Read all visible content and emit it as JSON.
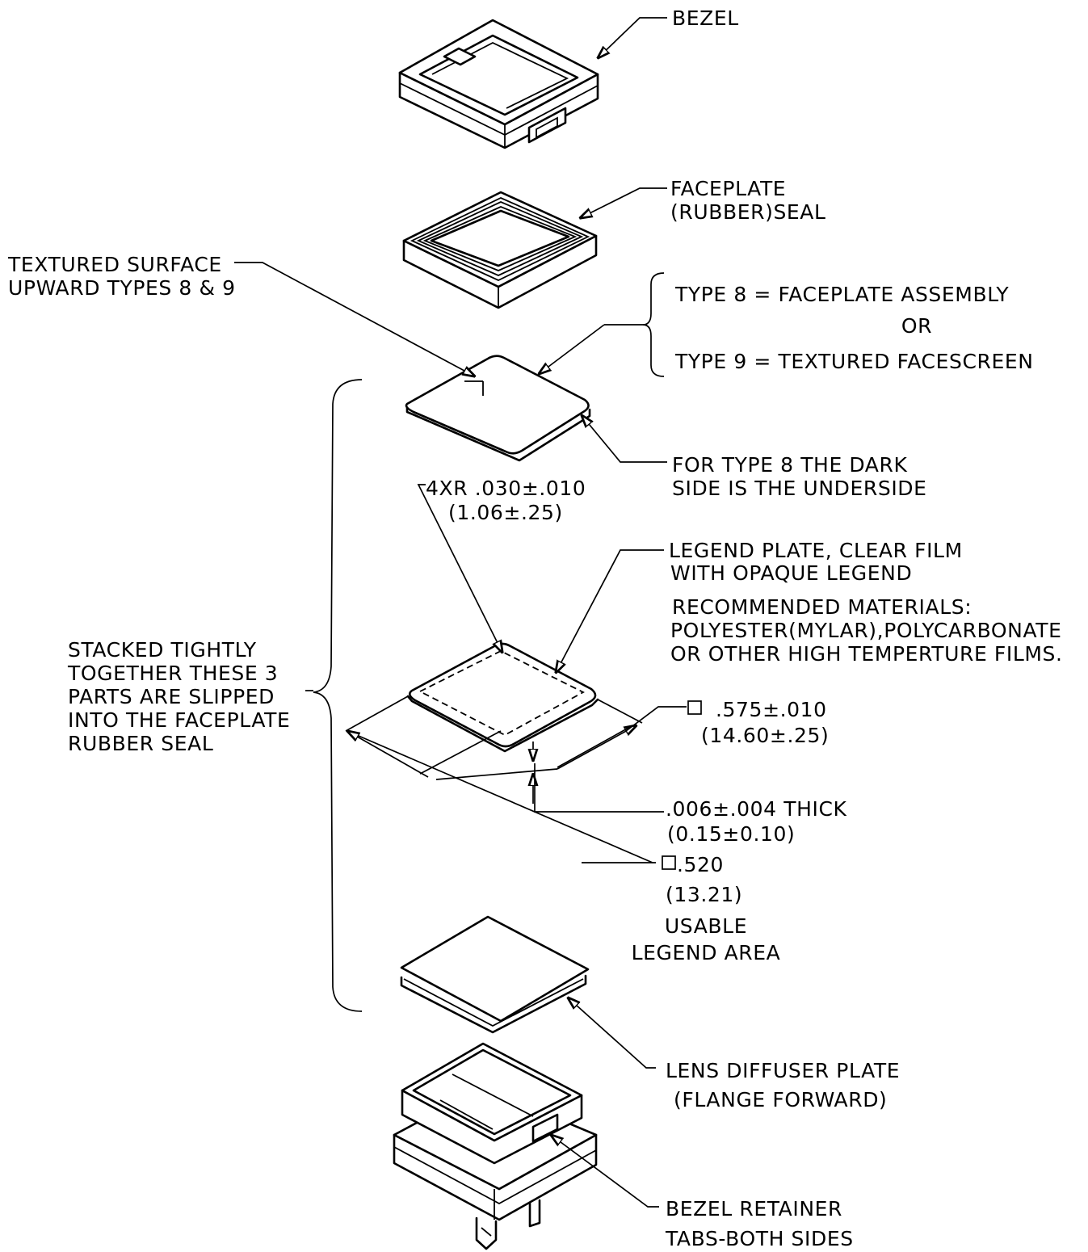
{
  "labels": {
    "bezel": "BEZEL",
    "faceplate_seal": [
      "FACEPLATE",
      "(RUBBER)SEAL"
    ],
    "textured_surface": [
      "TEXTURED SURFACE",
      "UPWARD TYPES 8 & 9"
    ],
    "type_options": {
      "line1": "TYPE 8 = FACEPLATE ASSEMBLY",
      "or": "OR",
      "line2": "TYPE 9 = TEXTURED FACESCREEN"
    },
    "dark_side": [
      "FOR TYPE 8 THE DARK",
      "SIDE IS THE UNDERSIDE"
    ],
    "radius": [
      "4XR .030±.010",
      "(1.06±.25)"
    ],
    "legend_plate": [
      "LEGEND PLATE, CLEAR FILM",
      "WITH OPAQUE LEGEND"
    ],
    "materials": [
      "RECOMMENDED MATERIALS:",
      "POLYESTER(MYLAR),POLYCARBONATE",
      "OR OTHER HIGH TEMPERTURE FILMS."
    ],
    "stacked": [
      "STACKED TIGHTLY",
      "TOGETHER THESE 3",
      "PARTS ARE SLIPPED",
      "INTO THE FACEPLATE",
      "RUBBER SEAL"
    ],
    "outer_size": [
      ".575±.010",
      "(14.60±.25)"
    ],
    "thickness": [
      ".006±.004 THICK",
      "(0.15±0.10)"
    ],
    "usable_size": [
      ".520",
      "(13.21)",
      "USABLE",
      "LEGEND AREA"
    ],
    "lens_diffuser": [
      "LENS DIFFUSER PLATE",
      "(FLANGE FORWARD)"
    ],
    "retainer": [
      "BEZEL RETAINER",
      "TABS-BOTH SIDES"
    ]
  },
  "symbols": {
    "square_dimension": "square-outline"
  }
}
